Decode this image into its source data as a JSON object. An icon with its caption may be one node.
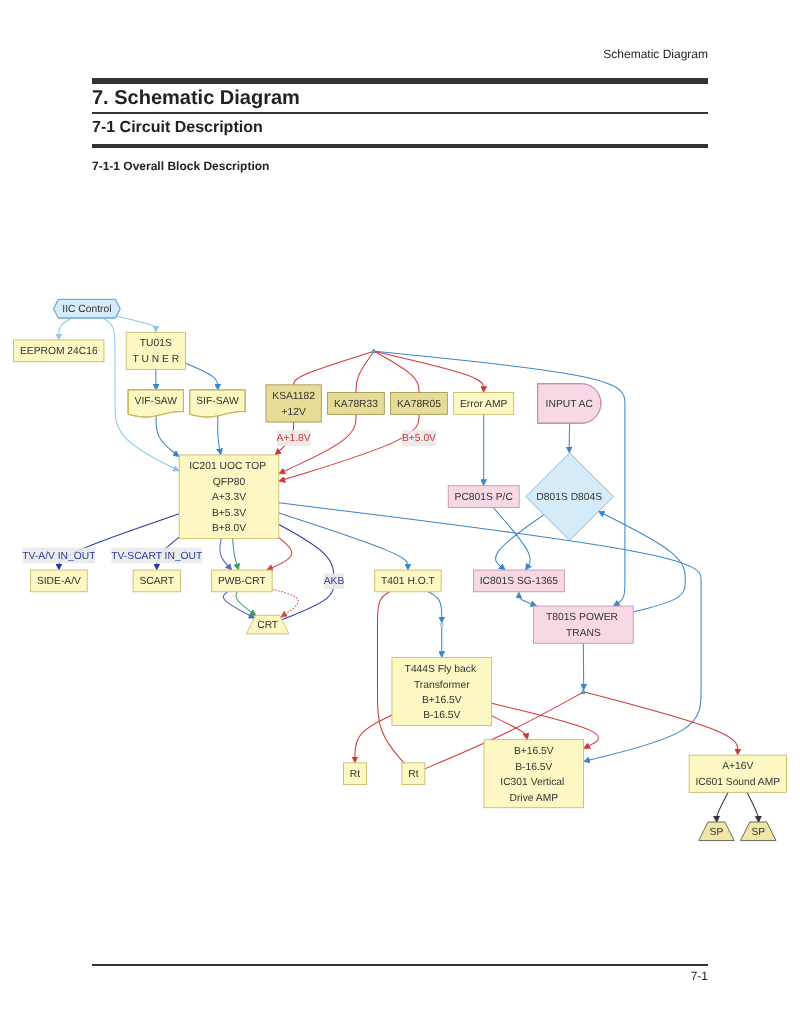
{
  "diagram": {
    "title": "7. Schematic Diagram",
    "nodes": [
      {
        "text": [
          "EEPROM 24C16"
        ]
      },
      {
        "text": [
          "IIC Control"
        ]
      },
      {
        "text": [
          "TU01S",
          "T U N E R"
        ]
      },
      {
        "text": [
          "VIF-SAW"
        ]
      },
      {
        "text": [
          "SIF-SAW"
        ]
      },
      {
        "text": [
          "IC201 UOC TOP QFP80",
          "A+3.3V",
          "B+5.3V",
          "B+8.0V"
        ]
      },
      {
        "text": [
          "SIDE-A/V"
        ]
      },
      {
        "text": [
          "SCART"
        ]
      },
      {
        "text": [
          "PWB-CRT"
        ]
      },
      {
        "text": [
          "CRT"
        ]
      },
      {
        "text": [
          "T401 H.O.T"
        ]
      },
      {
        "text": [],
        "shape": "circle"
      },
      {
        "text": [
          "T444S Fly back Transformer",
          "B+16.5V",
          "B-16.5V"
        ]
      },
      {
        "text": [
          "Rt"
        ]
      },
      {
        "text": [
          "Rt"
        ]
      },
      {
        "text": [
          "B+16.5V",
          "B-16.5V",
          "IC301 Vertical Drive AMP"
        ]
      },
      {
        "text": [
          "KSA1182",
          "+12V"
        ]
      },
      {
        "text": [
          "KA78R33"
        ]
      },
      {
        "text": [
          "KA78R05"
        ]
      },
      {
        "text": [
          "INPUT AC"
        ]
      },
      {
        "text": [
          "D801S D804S"
        ]
      },
      {
        "text": [
          "T801S POWER TRANS"
        ]
      },
      {
        "text": [
          "IC801S SG-1365"
        ]
      },
      {
        "text": [
          "PC801S P/C"
        ]
      },
      {
        "text": [
          "Error AMP"
        ]
      },
      {
        "text": [],
        "shape": "diode"
      },
      {
        "text": [],
        "shape": "diode"
      },
      {
        "text": [
          "A+16V",
          "IC601 Sound AMP"
        ]
      },
      {
        "text": [
          "SP"
        ]
      },
      {
        "text": [
          "SP"
        ]
      }
    ],
    "edges": [
      {
        "from": 1,
        "to": 0,
        "arrow": "to",
        "color": "#8cc8e8"
      },
      {
        "from": 1,
        "to": 2,
        "arrow": "to",
        "color": "#8cc8e8"
      },
      {
        "from": 1,
        "to": 5,
        "arrow": "to",
        "color": "#8cc8e8"
      },
      {
        "from": 2,
        "to": 3,
        "arrow": "to"
      },
      {
        "from": 3,
        "to": 5,
        "arrow": "to"
      },
      {
        "from": 2,
        "to": 4,
        "arrow": "to"
      },
      {
        "from": 4,
        "to": 5,
        "arrow": "to"
      },
      {
        "from": 5,
        "to": 6,
        "arrow": "to",
        "label": "TV-A/V IN_OUT",
        "color": "#2a3a9a"
      },
      {
        "from": 5,
        "to": 7,
        "arrow": "to",
        "label": "TV-SCART IN_OUT",
        "color": "#2a3a9a"
      },
      {
        "from": 5,
        "to": 8,
        "arrow": "to",
        "color": "#5a66c8"
      },
      {
        "from": 5,
        "to": 8,
        "arrow": "to",
        "color": "#3aa066"
      },
      {
        "from": 5,
        "to": 8,
        "arrow": "to",
        "color": "#d04a4a"
      },
      {
        "from": 8,
        "to": 9,
        "arrow": "to",
        "color": "#5a66c8"
      },
      {
        "from": 8,
        "to": 9,
        "arrow": "to",
        "color": "#3aa066"
      },
      {
        "from": 8,
        "to": 9,
        "arrow": "to",
        "color": "#d04a4a",
        "style": "dashed"
      },
      {
        "from": 9,
        "to": 5,
        "arrow": "none",
        "label": "AKB",
        "color": "#2a3a9a"
      },
      {
        "from": 5,
        "to": 10,
        "arrow": "to"
      },
      {
        "from": 10,
        "to": 11,
        "arrow": "to"
      },
      {
        "from": 11,
        "to": 12,
        "arrow": "to"
      },
      {
        "from": 12,
        "to": 13,
        "arrow": "to",
        "color": "#d03838"
      },
      {
        "from": 10,
        "to": 14,
        "arrow": "none",
        "color": "#d03838"
      },
      {
        "from": 12,
        "to": 15,
        "arrow": "to",
        "color": "#d03838"
      },
      {
        "from": 12,
        "to": 15,
        "arrow": "to",
        "color": "#d03838"
      },
      {
        "from": 5,
        "to": 15,
        "arrow": "to"
      },
      {
        "from": 16,
        "to": 5,
        "arrow": "to",
        "label": "A+1.8V",
        "color": "#d03838"
      },
      {
        "from": 17,
        "to": 5,
        "arrow": "to",
        "color": "#d03838"
      },
      {
        "from": 18,
        "to": 5,
        "arrow": "to",
        "label": "B+5.0V",
        "color": "#d03838"
      },
      {
        "from": 19,
        "to": 20,
        "arrow": "to"
      },
      {
        "from": 21,
        "to": 20,
        "arrow": "to"
      },
      {
        "from": 20,
        "to": 22,
        "arrow": "to"
      },
      {
        "from": 22,
        "to": 21,
        "arrow": "both"
      },
      {
        "from": 23,
        "to": 22,
        "arrow": "to"
      },
      {
        "from": 24,
        "to": 23,
        "arrow": "to"
      },
      {
        "from": 25,
        "to": 21,
        "arrow": "to"
      },
      {
        "from": 21,
        "to": 26,
        "arrow": "to"
      },
      {
        "from": 25,
        "to": 16,
        "arrow": "none",
        "color": "#d03838"
      },
      {
        "from": 25,
        "to": 17,
        "arrow": "none",
        "color": "#d03838"
      },
      {
        "from": 25,
        "to": 18,
        "arrow": "none",
        "color": "#d03838"
      },
      {
        "from": 25,
        "to": 24,
        "arrow": "to",
        "color": "#d03838"
      },
      {
        "from": 26,
        "to": 27,
        "arrow": "to",
        "color": "#d03838"
      },
      {
        "from": 26,
        "to": 14,
        "arrow": "none",
        "color": "#d03838"
      },
      {
        "from": 27,
        "to": 28,
        "arrow": "to",
        "color": "#333333"
      },
      {
        "from": 27,
        "to": 29,
        "arrow": "to",
        "color": "#333333"
      }
    ],
    "labels": [
      "Schematic Diagram",
      "7-1 Circuit Description",
      "7-1-1 Overall Block Description",
      "7-1"
    ]
  }
}
